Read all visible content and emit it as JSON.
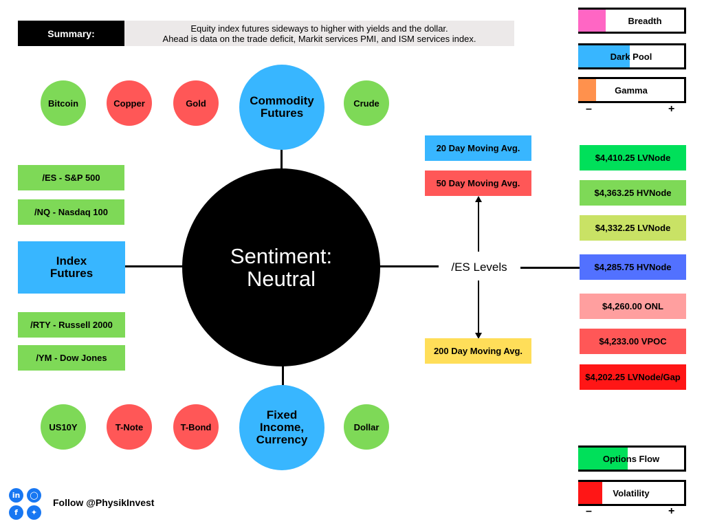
{
  "summary": {
    "label": "Summary:",
    "line1": "Equity index futures sideways to higher with yields and the dollar.",
    "line2": "Ahead is data on the trade deficit, Markit services PMI, and ISM services index."
  },
  "center": {
    "title_line1": "Sentiment:",
    "title_line2": "Neutral"
  },
  "commodity": {
    "label_line1": "Commodity",
    "label_line2": "Futures",
    "items": [
      "Bitcoin",
      "Copper",
      "Gold",
      "Crude"
    ]
  },
  "fixed_income": {
    "label_line1": "Fixed",
    "label_line2": "Income,",
    "label_line3": "Currency",
    "items": [
      "US10Y",
      "T-Note",
      "T-Bond",
      "Dollar"
    ]
  },
  "index_futures": {
    "label_line1": "Index",
    "label_line2": "Futures",
    "items": [
      "/ES - S&P 500",
      "/NQ - Nasdaq 100",
      "/RTY - Russell 2000",
      "/YM - Dow Jones"
    ]
  },
  "es_levels": {
    "label": "/ES Levels",
    "moving_averages": [
      "20 Day Moving Avg.",
      "50 Day Moving Avg.",
      "200 Day Moving Avg."
    ],
    "levels": [
      {
        "text": "$4,410.25 LVNode",
        "color": "#00e05a"
      },
      {
        "text": "$4,363.25 HVNode",
        "color": "#7ed957"
      },
      {
        "text": "$4,332.25 LVNode",
        "color": "#c9e265"
      },
      {
        "text": "$4,285.75 HVNode",
        "color": "#5271ff"
      },
      {
        "text": "$4,260.00 ONL",
        "color": "#ff9f9f"
      },
      {
        "text": "$4,233.00 VPOC",
        "color": "#ff5757"
      },
      {
        "text": "$4,202.25 LVNode/Gap",
        "color": "#ff1616"
      }
    ]
  },
  "meters": {
    "breadth": {
      "label": "Breadth",
      "level_pct": 26,
      "color": "#ff66c4"
    },
    "dark_pool": {
      "label": "Dark Pool",
      "level_pct": 49,
      "color": "#38b6ff"
    },
    "gamma": {
      "label": "Gamma",
      "level_pct": 17,
      "color": "#ff914d"
    },
    "options_flow": {
      "label": "Options Flow",
      "level_pct": 47,
      "color": "#00e05a"
    },
    "volatility": {
      "label": "Volatility",
      "level_pct": 23,
      "color": "#ff1616"
    },
    "minus": "–",
    "plus": "+"
  },
  "footer": {
    "follow": "Follow @PhysikInvest",
    "icons": [
      "linkedin-icon",
      "instagram-icon",
      "facebook-icon",
      "twitter-icon"
    ]
  },
  "colors": {
    "green": "#7ed957",
    "red": "#ff5757",
    "blue": "#38b6ff",
    "ma20": "#38b6ff",
    "ma50": "#ff5757",
    "ma200": "#ffde59"
  }
}
